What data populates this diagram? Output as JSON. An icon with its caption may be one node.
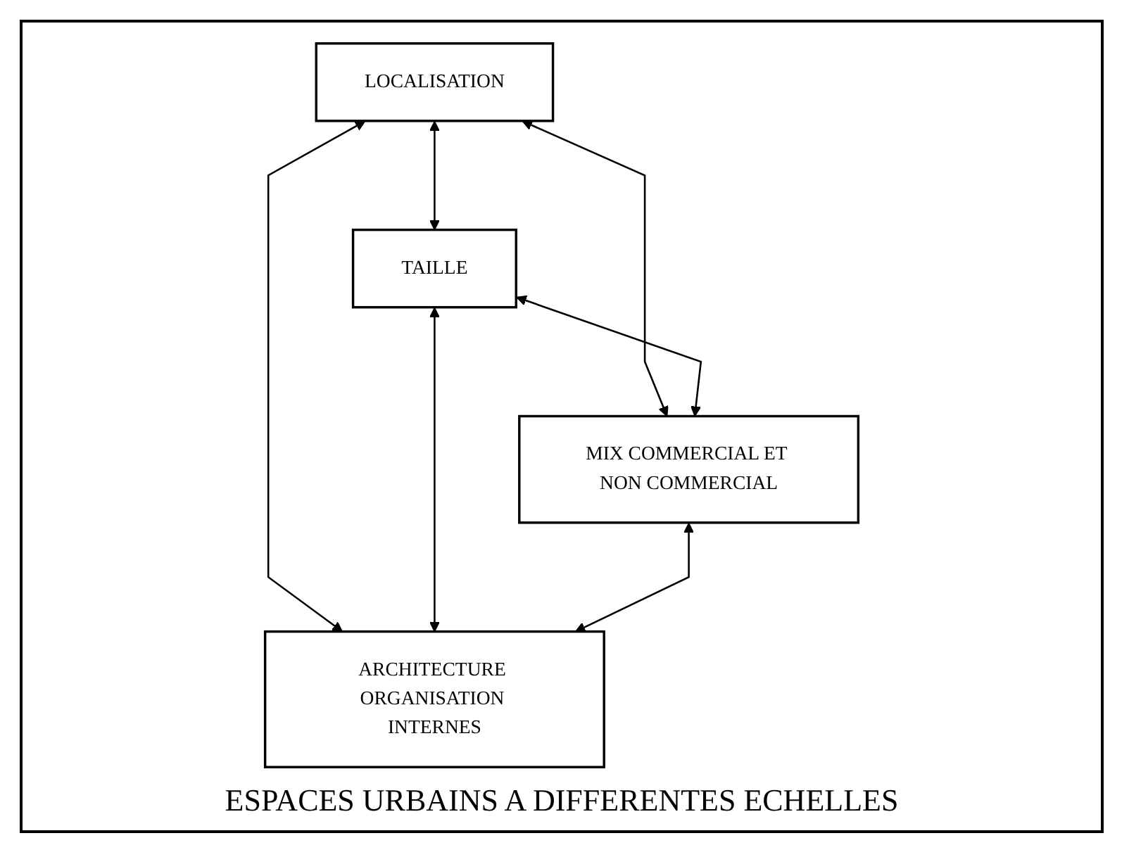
{
  "diagram": {
    "caption": "ESPACES URBAINS A DIFFERENTES ECHELLES",
    "nodes": [
      {
        "text": [
          "LOCALISATION"
        ]
      },
      {
        "text": [
          "TAILLE"
        ]
      },
      {
        "text": [
          "MIX COMMERCIAL ET NON COMMERCIAL"
        ]
      },
      {
        "text": [
          "ARCHITECTURE ORGANISATION INTERNES"
        ]
      }
    ],
    "edges": [
      {
        "from": 0,
        "to": 1,
        "arrow": "both"
      },
      {
        "from": 0,
        "to": 2,
        "arrow": "both"
      },
      {
        "from": 1,
        "to": 2,
        "arrow": "both"
      },
      {
        "from": 0,
        "to": 3,
        "arrow": "both"
      },
      {
        "from": 1,
        "to": 3,
        "arrow": "both"
      },
      {
        "from": 2,
        "to": 3,
        "arrow": "both"
      }
    ]
  }
}
